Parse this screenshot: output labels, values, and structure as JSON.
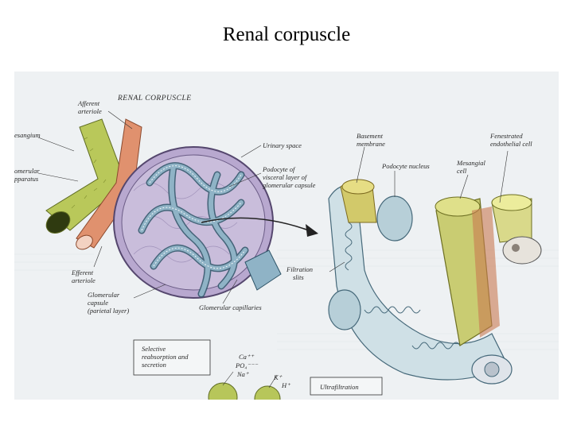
{
  "slide": {
    "title": "Renal corpuscle"
  },
  "figure": {
    "heading": "RENAL CORPUSCLE",
    "labels": {
      "afferent": "Afferent",
      "afferent2": "arteriole",
      "mesangium": "esangium",
      "juxta1": "omerular",
      "juxta2": "pparatus",
      "efferent": "Efferent",
      "efferent2": "arteriole",
      "glomerular_capsule1": "Glomerular",
      "glomerular_capsule2": "capsule",
      "glomerular_capsule3": "(parietal layer)",
      "urinary_space": "Urinary space",
      "podocyte1": "Podocyte of",
      "podocyte2": "visceral layer of",
      "podocyte3": "glomerular capsule",
      "glomerular_capillaries": "Glomerular capillaries",
      "basement1": "Basement",
      "basement2": "membrane",
      "podocyte_nucleus": "Podocyte nucleus",
      "mesangial1": "Mesangial",
      "mesangial2": "cell",
      "fenestrated1": "Fenestrated",
      "fenestrated2": "endothelial cell",
      "filtration1": "Filtration",
      "filtration2": "slits",
      "selective1": "Selective",
      "selective2": "reabsorption and",
      "selective3": "secretion",
      "ion_ca": "Ca⁺⁺",
      "ion_po": "PO₄⁻⁻⁻",
      "ion_na": "Na⁺",
      "ion_k": "K⁺",
      "ion_h": "H⁺",
      "ultrafiltration": "Ultrafiltration"
    }
  },
  "colors": {
    "arteriole_green": "#b9c85a",
    "arteriole_red": "#e0916e",
    "capsule_purple": "#b8a8cf",
    "capillary_blue": "#8fb3c6",
    "podocyte_pale": "#cfe0e6"
  }
}
